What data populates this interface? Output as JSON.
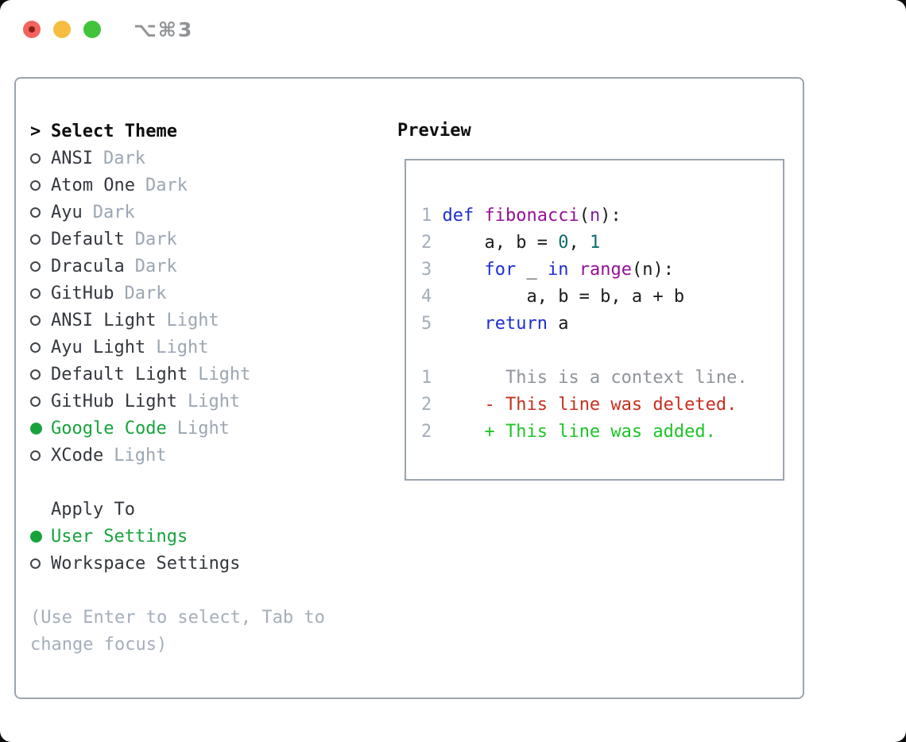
{
  "window": {
    "title": "⌥⌘3"
  },
  "colors": {
    "panel-border": "#9aa4af",
    "title-gray": "#8f9296",
    "red": "#f4645d",
    "red-dot": "#8a1f16",
    "yellow": "#f7bd40",
    "green-light": "#41c43c",
    "black": "#0c0d0e",
    "name-dark": "#33373e",
    "tag": "#9ba6b3",
    "hint": "#a5aebb",
    "sel-green": "#17a33c",
    "circle": "#41464d",
    "lnum": "#a3adba",
    "kw": "#1f2ed2",
    "fn": "#951095",
    "pm": "#7c1fa2",
    "numlit": "#0d6c6c",
    "plain": "#1b1c1e",
    "ctx": "#8f949b",
    "del": "#c5301f",
    "add": "#1ec427"
  },
  "theme_panel": {
    "header_marker": ">",
    "header": "Select Theme",
    "items": [
      {
        "name": "ANSI",
        "tag": "Dark",
        "selected": false
      },
      {
        "name": "Atom One",
        "tag": "Dark",
        "selected": false
      },
      {
        "name": "Ayu",
        "tag": "Dark",
        "selected": false
      },
      {
        "name": "Default",
        "tag": "Dark",
        "selected": false
      },
      {
        "name": "Dracula",
        "tag": "Dark",
        "selected": false
      },
      {
        "name": "GitHub",
        "tag": "Dark",
        "selected": false
      },
      {
        "name": "ANSI Light",
        "tag": "Light",
        "selected": false
      },
      {
        "name": "Ayu Light",
        "tag": "Light",
        "selected": false
      },
      {
        "name": "Default Light",
        "tag": "Light",
        "selected": false
      },
      {
        "name": "GitHub Light",
        "tag": "Light",
        "selected": false
      },
      {
        "name": "Google Code",
        "tag": "Light",
        "selected": true
      },
      {
        "name": "XCode",
        "tag": "Light",
        "selected": false
      }
    ],
    "apply_to": {
      "header": "Apply To",
      "options": [
        {
          "name": "User Settings",
          "selected": true
        },
        {
          "name": "Workspace Settings",
          "selected": false
        }
      ]
    },
    "hint_lines": [
      "(Use Enter to select, Tab to",
      "change focus)"
    ]
  },
  "preview": {
    "title": "Preview",
    "lines": [
      {
        "num": "1",
        "segments": [
          {
            "t": "def",
            "c": "kw"
          },
          {
            "t": " ",
            "c": "pl"
          },
          {
            "t": "fibonacci",
            "c": "fn"
          },
          {
            "t": "(",
            "c": "pl"
          },
          {
            "t": "n",
            "c": "pm"
          },
          {
            "t": "):",
            "c": "pl"
          }
        ]
      },
      {
        "num": "2",
        "segments": [
          {
            "t": "    a, b = ",
            "c": "pl"
          },
          {
            "t": "0",
            "c": "num"
          },
          {
            "t": ", ",
            "c": "pl"
          },
          {
            "t": "1",
            "c": "num"
          }
        ]
      },
      {
        "num": "3",
        "segments": [
          {
            "t": "    ",
            "c": "pl"
          },
          {
            "t": "for",
            "c": "kw"
          },
          {
            "t": " _ ",
            "c": "pl"
          },
          {
            "t": "in",
            "c": "kw"
          },
          {
            "t": " ",
            "c": "pl"
          },
          {
            "t": "range",
            "c": "fn"
          },
          {
            "t": "(n):",
            "c": "pl"
          }
        ]
      },
      {
        "num": "4",
        "segments": [
          {
            "t": "        a, b = b, a + b",
            "c": "pl"
          }
        ]
      },
      {
        "num": "5",
        "segments": [
          {
            "t": "    ",
            "c": "pl"
          },
          {
            "t": "return",
            "c": "kw"
          },
          {
            "t": " a",
            "c": "pl"
          }
        ]
      },
      {
        "num": "",
        "segments": []
      },
      {
        "num": "1",
        "segments": [
          {
            "t": "      This is a context line.",
            "c": "ctx"
          }
        ]
      },
      {
        "num": "2",
        "segments": [
          {
            "t": "    ",
            "c": "pl"
          },
          {
            "t": "- This line was deleted.",
            "c": "del"
          }
        ]
      },
      {
        "num": "2",
        "segments": [
          {
            "t": "    ",
            "c": "pl"
          },
          {
            "t": "+ This line was added.",
            "c": "add"
          }
        ]
      }
    ]
  }
}
